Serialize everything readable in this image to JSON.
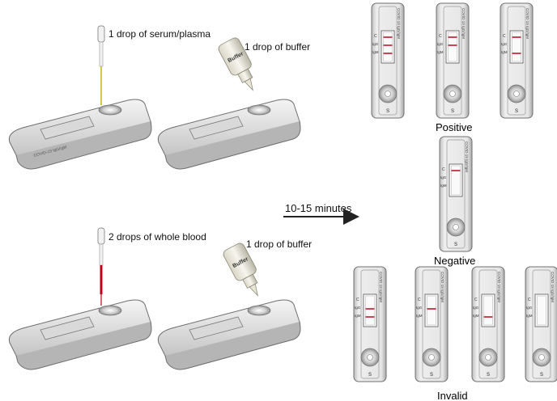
{
  "instructions": {
    "serum_drop": "1 drop of serum/plasma",
    "buffer_drop_top": "1 drop of buffer",
    "blood_drops": "2 drops of whole blood",
    "buffer_drop_bottom": "1 drop of buffer",
    "bottle_label": "Buffer"
  },
  "timing": {
    "label": "10-15 minutes"
  },
  "cassette": {
    "brand": "COVID-19 IgG/IgM",
    "line_c": "C",
    "line_igg": "IgG",
    "line_igm": "IgM",
    "well_label": "S"
  },
  "results": {
    "positive": "Positive",
    "negative": "Negative",
    "invalid": "Invalid"
  },
  "result_lines": {
    "positive": [
      {
        "c": 1,
        "igg": 1,
        "igm": 1
      },
      {
        "c": 1,
        "igg": 1,
        "igm": 0
      },
      {
        "c": 1,
        "igg": 0,
        "igm": 1
      }
    ],
    "negative": [
      {
        "c": 1,
        "igg": 0,
        "igm": 0
      }
    ],
    "invalid": [
      {
        "c": 0,
        "igg": 1,
        "igm": 1
      },
      {
        "c": 0,
        "igg": 1,
        "igm": 0
      },
      {
        "c": 0,
        "igg": 0,
        "igm": 1
      },
      {
        "c": 0,
        "igg": 0,
        "igm": 0
      }
    ]
  },
  "colors": {
    "line_red": "#c0182b",
    "case": "#e9e9e9",
    "dropper_tip_serum": "#c8b400",
    "blood": "#c00018"
  }
}
